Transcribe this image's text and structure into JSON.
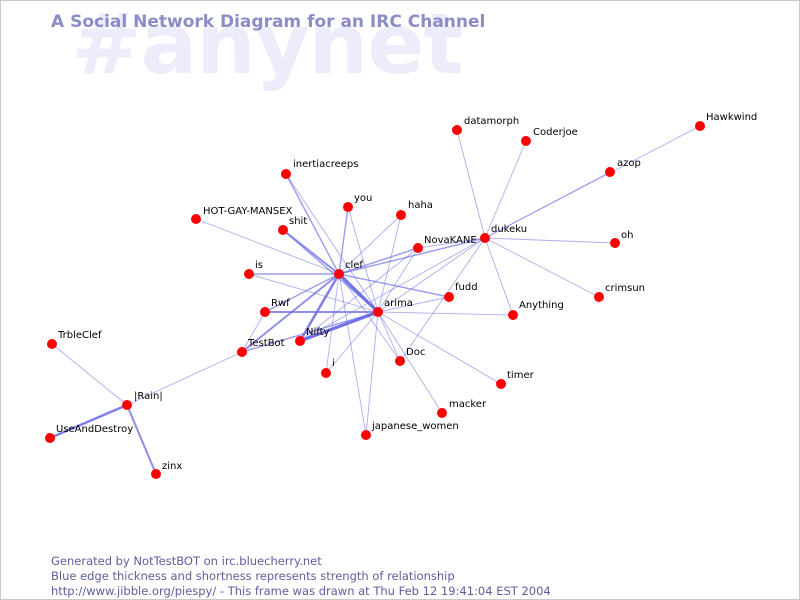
{
  "channel_watermark": "#anynet",
  "title": "A Social Network Diagram for an IRC Channel",
  "colors": {
    "node": "#ff0000",
    "edge": "#6a6ae6",
    "title": "#8c8cc6",
    "watermark": "#ececfb",
    "footer": "#5e5e9e"
  },
  "nodes": [
    "datamorph",
    "Coderjoe",
    "Hawkwind",
    "azop",
    "inertiacreeps",
    "you",
    "haha",
    "HOT-GAY-MANSEX",
    "shit",
    "NovaKANE",
    "dukeku",
    "oh",
    "is",
    "clef",
    "fudd",
    "crimsun",
    "Rwf",
    "arima",
    "Anything",
    "TrbleClef",
    "TestBot",
    "Nifty",
    "Doc",
    "i",
    "timer",
    "|Rain|",
    "macker",
    "japanese_women",
    "UseAndDestroy",
    "zinx"
  ],
  "edges": [
    {
      "source": "clef",
      "target": "arima",
      "strength": 5
    },
    {
      "source": "clef",
      "target": "Nifty",
      "strength": 4
    },
    {
      "source": "arima",
      "target": "Nifty",
      "strength": 5
    },
    {
      "source": "|Rain|",
      "target": "UseAndDestroy",
      "strength": 4
    },
    {
      "source": "|Rain|",
      "target": "zinx",
      "strength": 3
    },
    {
      "source": "arima",
      "target": "Rwf",
      "strength": 3
    },
    {
      "source": "clef",
      "target": "shit",
      "strength": 3
    },
    {
      "source": "clef",
      "target": "TestBot",
      "strength": 3
    },
    {
      "source": "clef",
      "target": "you",
      "strength": 2
    },
    {
      "source": "clef",
      "target": "inertiacreeps",
      "strength": 2
    },
    {
      "source": "clef",
      "target": "haha",
      "strength": 1
    },
    {
      "source": "clef",
      "target": "HOT-GAY-MANSEX",
      "strength": 1
    },
    {
      "source": "clef",
      "target": "is",
      "strength": 2
    },
    {
      "source": "clef",
      "target": "NovaKANE",
      "strength": 2
    },
    {
      "source": "clef",
      "target": "dukeku",
      "strength": 2
    },
    {
      "source": "clef",
      "target": "fudd",
      "strength": 2
    },
    {
      "source": "clef",
      "target": "Rwf",
      "strength": 2
    },
    {
      "source": "clef",
      "target": "Doc",
      "strength": 1
    },
    {
      "source": "clef",
      "target": "i",
      "strength": 1
    },
    {
      "source": "clef",
      "target": "japanese_women",
      "strength": 1
    },
    {
      "source": "arima",
      "target": "inertiacreeps",
      "strength": 1
    },
    {
      "source": "arima",
      "target": "shit",
      "strength": 2
    },
    {
      "source": "arima",
      "target": "you",
      "strength": 1
    },
    {
      "source": "arima",
      "target": "haha",
      "strength": 1
    },
    {
      "source": "arima",
      "target": "NovaKANE",
      "strength": 1
    },
    {
      "source": "arima",
      "target": "dukeku",
      "strength": 1
    },
    {
      "source": "arima",
      "target": "is",
      "strength": 1
    },
    {
      "source": "arima",
      "target": "fudd",
      "strength": 1
    },
    {
      "source": "arima",
      "target": "Anything",
      "strength": 1
    },
    {
      "source": "arima",
      "target": "Doc",
      "strength": 1
    },
    {
      "source": "arima",
      "target": "timer",
      "strength": 1
    },
    {
      "source": "arima",
      "target": "macker",
      "strength": 1
    },
    {
      "source": "arima",
      "target": "TestBot",
      "strength": 2
    },
    {
      "source": "arima",
      "target": "i",
      "strength": 1
    },
    {
      "source": "arima",
      "target": "japanese_women",
      "strength": 1
    },
    {
      "source": "dukeku",
      "target": "datamorph",
      "strength": 1
    },
    {
      "source": "dukeku",
      "target": "Coderjoe",
      "strength": 1
    },
    {
      "source": "dukeku",
      "target": "Hawkwind",
      "strength": 1
    },
    {
      "source": "dukeku",
      "target": "azop",
      "strength": 1
    },
    {
      "source": "dukeku",
      "target": "oh",
      "strength": 1
    },
    {
      "source": "dukeku",
      "target": "crimsun",
      "strength": 1
    },
    {
      "source": "dukeku",
      "target": "Anything",
      "strength": 1
    },
    {
      "source": "dukeku",
      "target": "NovaKANE",
      "strength": 1
    },
    {
      "source": "dukeku",
      "target": "Doc",
      "strength": 1
    },
    {
      "source": "dukeku",
      "target": "Nifty",
      "strength": 1
    },
    {
      "source": "NovaKANE",
      "target": "Nifty",
      "strength": 1
    },
    {
      "source": "TestBot",
      "target": "Rwf",
      "strength": 1
    },
    {
      "source": "TestBot",
      "target": "|Rain|",
      "strength": 1
    },
    {
      "source": "TrbleClef",
      "target": "|Rain|",
      "strength": 1
    }
  ],
  "footer": {
    "line1": "Generated by NotTestBOT on irc.bluecherry.net",
    "line2": "Blue edge thickness and shortness represents strength of relationship",
    "line3": "http://www.jibble.org/piespy/ - This frame was drawn at Thu Feb 12 19:41:04 EST 2004"
  }
}
